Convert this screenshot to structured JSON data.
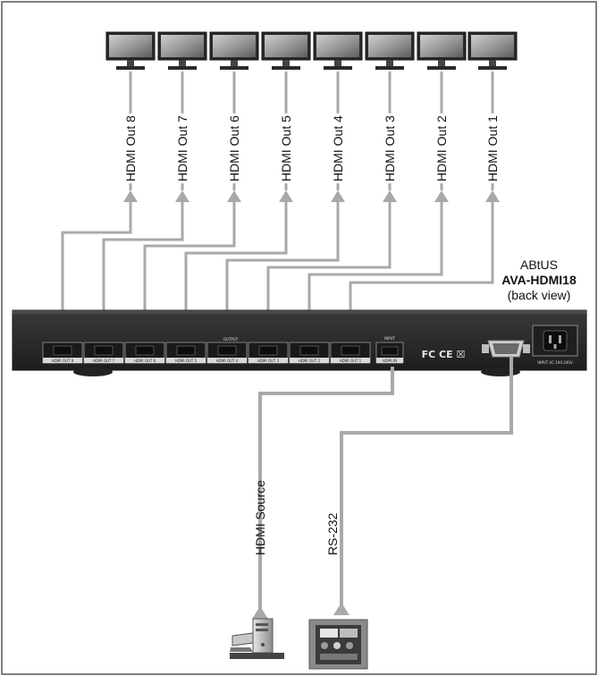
{
  "device": {
    "brand": "ABtUS",
    "model": "AVA-HDMI18",
    "view": "(back view)",
    "output_header": "OUTPUT",
    "input_header": "INPUT",
    "input_port_label": "HDMI IN",
    "power_label": "INPUT AC 100-240V",
    "cert_marks": "FC CE ☒"
  },
  "outputs": [
    {
      "label": "HDMI Out 8",
      "port": "HDMI OUT 8"
    },
    {
      "label": "HDMI Out 7",
      "port": "HDMI OUT 7"
    },
    {
      "label": "HDMI Out 6",
      "port": "HDMI OUT 6"
    },
    {
      "label": "HDMI Out 5",
      "port": "HDMI OUT 5"
    },
    {
      "label": "HDMI Out 4",
      "port": "HDMI OUT 4"
    },
    {
      "label": "HDMI Out 3",
      "port": "HDMI OUT 3"
    },
    {
      "label": "HDMI Out 2",
      "port": "HDMI OUT 2"
    },
    {
      "label": "HDMI Out 1",
      "port": "HDMI OUT 1"
    }
  ],
  "sources": {
    "hdmi_source": "HDMI Source",
    "rs232": "RS-232"
  },
  "icons": {
    "monitor": "monitor-icon",
    "computer": "computer-tower-icon",
    "control_panel": "control-panel-icon"
  },
  "colors": {
    "cable": "#a9a9a9",
    "device_body": "#2b2b2b",
    "border": "#555555"
  }
}
